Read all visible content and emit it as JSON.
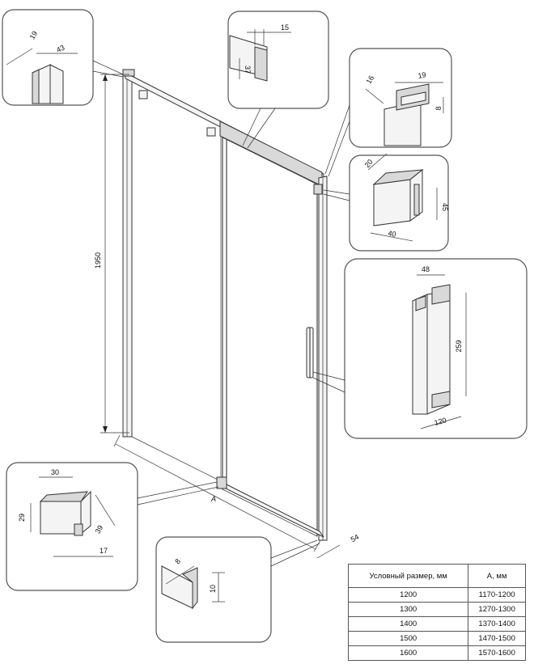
{
  "dimensions": {
    "frame_depth": "19",
    "frame_width": "43",
    "top_profile_offset": "15",
    "top_profile_height": "37",
    "corner_depth": "16",
    "corner_width": "19",
    "corner_height": "8",
    "block_depth": "20",
    "block_height": "45",
    "block_width": "40",
    "door_height": "1950",
    "handle_depth": "48",
    "handle_length": "259",
    "handle_spacing": "120",
    "hinge_width": "30",
    "hinge_height": "29",
    "hinge_depth": "39",
    "hinge_base": "17",
    "overall_label": "A",
    "threshold_depth": "54",
    "seal_width": "8",
    "seal_height": "10"
  },
  "table": {
    "headers": [
      "Условный размер, мм",
      "A, мм"
    ],
    "rows": [
      [
        "1200",
        "1170-1200"
      ],
      [
        "1300",
        "1270-1300"
      ],
      [
        "1400",
        "1370-1400"
      ],
      [
        "1500",
        "1470-1500"
      ],
      [
        "1600",
        "1570-1600"
      ]
    ]
  }
}
